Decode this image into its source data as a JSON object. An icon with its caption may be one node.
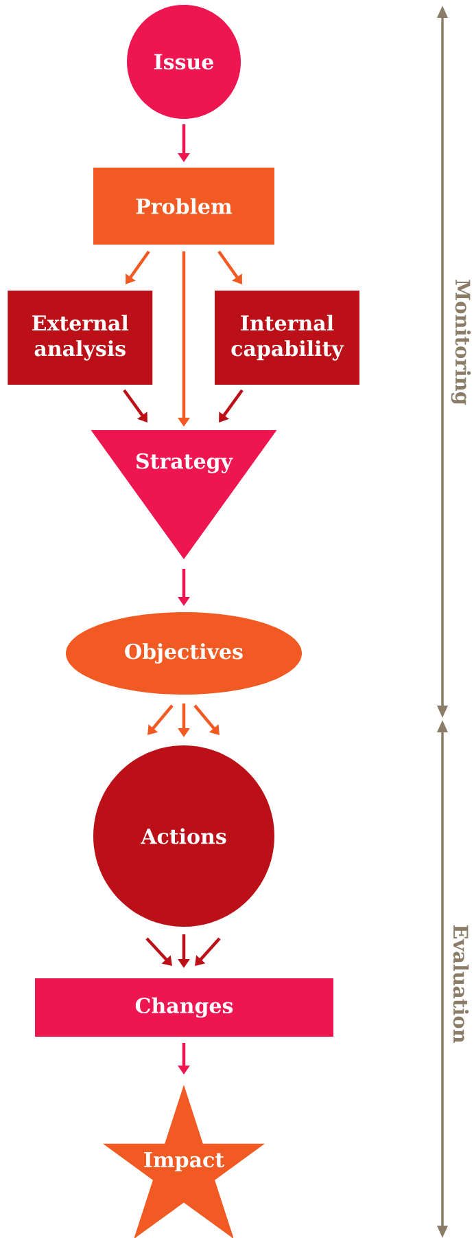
{
  "diagram": {
    "nodes": [
      {
        "text": [
          "Issue"
        ]
      },
      {
        "text": [
          "Problem"
        ]
      },
      {
        "text": [
          "External analysis"
        ]
      },
      {
        "text": [
          "Internal capability"
        ]
      },
      {
        "text": [
          "Strategy"
        ]
      },
      {
        "text": [
          "Objectives"
        ]
      },
      {
        "text": [
          "Actions"
        ]
      },
      {
        "text": [
          "Changes"
        ]
      },
      {
        "text": [
          "Impact"
        ]
      }
    ],
    "edges": [
      {
        "from": 0,
        "to": 1,
        "arrow": "to",
        "color": "#ee1651"
      },
      {
        "from": 1,
        "to": 2,
        "arrow": "to"
      },
      {
        "from": 1,
        "to": 3,
        "arrow": "to"
      },
      {
        "from": 1,
        "to": 4,
        "arrow": "to"
      },
      {
        "from": 2,
        "to": 4,
        "arrow": "to",
        "color": "#bc1018"
      },
      {
        "from": 3,
        "to": 4,
        "arrow": "to",
        "color": "#bc1018"
      },
      {
        "from": 4,
        "to": 5,
        "arrow": "to",
        "color": "#ee1651"
      },
      {
        "from": 5,
        "to": 6,
        "arrow": "to"
      },
      {
        "from": 5,
        "to": 6,
        "arrow": "to"
      },
      {
        "from": 5,
        "to": 6,
        "arrow": "to"
      },
      {
        "from": 6,
        "to": 7,
        "arrow": "to",
        "color": "#bc1018"
      },
      {
        "from": 6,
        "to": 7,
        "arrow": "to",
        "color": "#bc1018"
      },
      {
        "from": 6,
        "to": 7,
        "arrow": "to",
        "color": "#bc1018"
      },
      {
        "from": 7,
        "to": 8,
        "arrow": "to",
        "color": "#ee1651"
      }
    ],
    "labels": [
      "Monitoring",
      "Evaluation"
    ]
  }
}
